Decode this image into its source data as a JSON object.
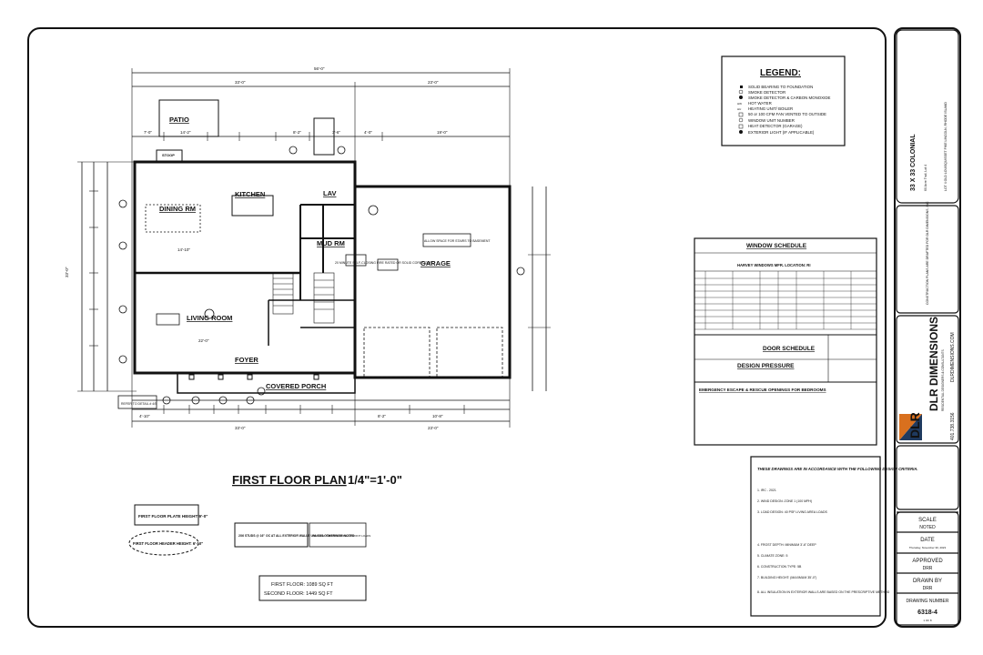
{
  "plan": {
    "title": "FIRST FLOOR PLAN",
    "scale": "1/4\"=1'-0\"",
    "overall_width": "56'-0\"",
    "left_width": "33'-0\"",
    "right_width": "23'-0\"",
    "overall_depth": "33'-0\"",
    "rooms": {
      "patio": "PATIO",
      "kitchen": "KITCHEN",
      "dining": "DINING RM",
      "living": "LIVING ROOM",
      "foyer": "FOYER",
      "mud": "MUD RM",
      "garage": "GARAGE",
      "porch": "COVERED PORCH",
      "lav": "LAV",
      "stoop": "STOOP"
    },
    "notes": {
      "fire_door": "20 MINUTE SELF-CLOSING FIRE RATED OR SOLID CORE DOOR",
      "allow_space": "ALLOW SPACE FOR STAIRS TO BASEMENT",
      "detail": "REFER TO DETAIL # 4/5"
    },
    "dims": {
      "d1": "7'-0\"",
      "d2": "14'-2\"",
      "d3": "8'-2\"",
      "d4": "3'-6\"",
      "d5": "4'-0\"",
      "d6": "19'-0\"",
      "d7": "14'-10\"",
      "d8": "22'-0\"",
      "d9": "10'-0\"",
      "d10": "4'-10\"",
      "d11": "8'-2\"",
      "d12": "10'-8\"",
      "d13": "33'-0\"",
      "d14": "23'-0\""
    }
  },
  "notes_boxes": {
    "plate": "FIRST FLOOR PLATE HEIGHT 9'-0\"",
    "header": "FIRST FLOOR HEADER HEIGHT: 6'-10\"",
    "studs": "2X6 STUDS @ 16\" OC AT ALL EXTERIOR WALLS UNLESS OTHERWISE NOTED",
    "point_load": "PROVIDE THE FOLLOWING AT POINT LOADS",
    "area1": "FIRST FLOOR: 1089 SQ FT",
    "area2": "SECOND FLOOR: 1449 SQ FT"
  },
  "legend": {
    "title": "LEGEND:",
    "items": [
      "SOLID BEARING TO FOUNDATION",
      "SMOKE DETECTOR",
      "SMOKE DETECTOR & CARBON MONOXIDE",
      "HOT WATER",
      "HEATING UNIT/ BOILER",
      "50 or 100 CFM FAN VENTED TO OUTSIDE",
      "WINDOW UNIT NUMBER",
      "HEAT DETECTOR (GARAGE)",
      "EXTERIOR LIGHT (IF APPLICABLE)"
    ]
  },
  "schedules": {
    "window_title": "WINDOW SCHEDULE",
    "window_sub": "HARVEY WINDOWS MFR. LOCATION: RI",
    "door_title": "DOOR SCHEDULE",
    "pressure_title": "DESIGN PRESSURE",
    "egress_title": "EMERGENCY ESCAPE & RESCUE OPENINGS FOR BEDROOMS"
  },
  "criteria": {
    "title": "THESE DRAWINGS ARE IN ACCORDANCE WITH THE FOLLOWING DESIGN CRITERIA.",
    "items": [
      "1. IRC - 2021",
      "2. WIND DESIGN: ZONE 1 (100 MPH)",
      "3. LOAD DESIGN: 40 PSF LIVING AREA LOADS",
      "4. FROST DEPTH: MINIMUM 3'-6\" DEEP",
      "5. CLIMATE ZONE: 5",
      "6. CONSTRUCTION TYPE: 5B",
      "7. BUILDING HEIGHT: (MAXIMUM 35'-0\")",
      "8. ALL INSULATION IN EXTERIOR WALLS ARE BASED ON THE PRESCRIPTIVE METHOD"
    ]
  },
  "title_block": {
    "project": "33 X 33 COLONIAL",
    "project_sub": "60 Acre Trail, Lot 4",
    "location": "LOT 4 OLD LOUISQUISSET PIKE LINCOLN, RHODE ISLAND",
    "disclaimer": "CONSTRUCTION PLANS ARE DRAFTED FOR DLR DIMENSIONS, INC",
    "firm": "DLR DIMENSIONS",
    "firm_tag": "RESIDENTIAL DESIGNERS & CONSULTANTS",
    "site": "DLRDIMENSIONS.COM",
    "phone": "401.738.3156",
    "scale_label": "SCALE",
    "scale_value": "NOTED",
    "date_label": "DATE",
    "date_value": "Thursday, November 30, 2023",
    "approved_label": "APPROVED",
    "approved_value": "DRR",
    "drawn_label": "DRAWN BY",
    "drawn_value": "DRR",
    "number_label": "DRAWING NUMBER",
    "number_value": "6318-4",
    "sheet": "1 OF 8"
  },
  "colors": {
    "ink": "#111111",
    "brand": "#1f3a5f",
    "accent": "#d9701e"
  }
}
